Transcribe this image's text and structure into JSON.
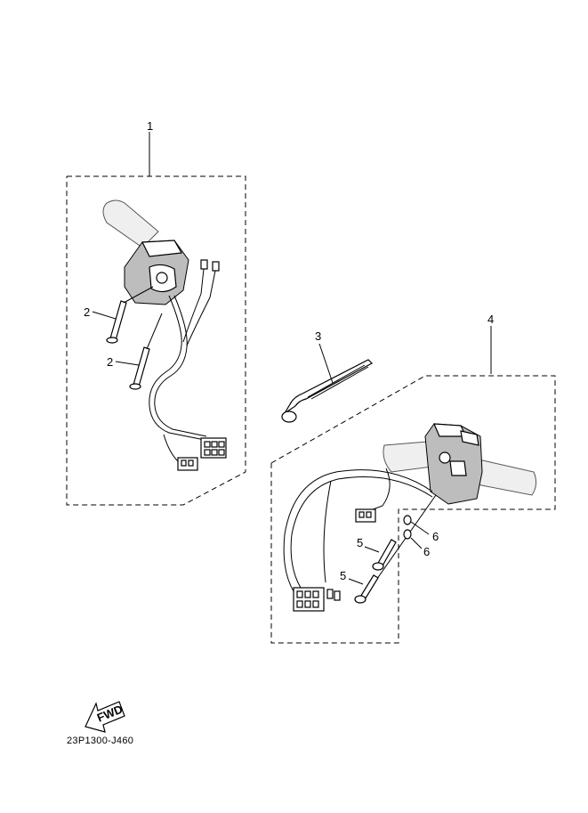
{
  "callouts": {
    "c1": "1",
    "c2a": "2",
    "c2b": "2",
    "c3": "3",
    "c4": "4",
    "c5a": "5",
    "c5b": "5",
    "c6a": "6",
    "c6b": "6"
  },
  "fwd_label": "FWD",
  "diagram_code": "23P1300-J460"
}
